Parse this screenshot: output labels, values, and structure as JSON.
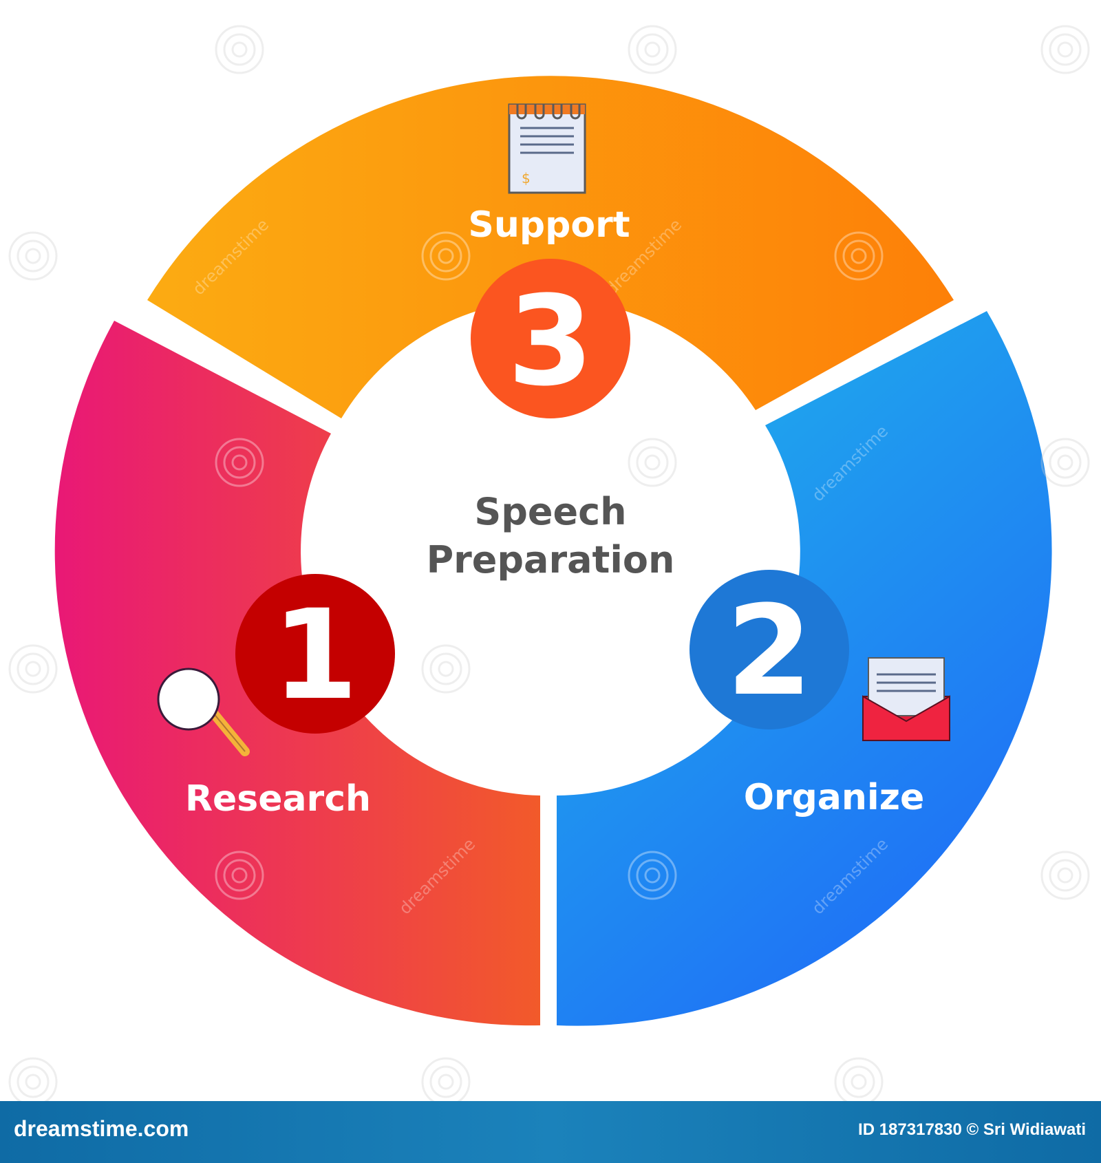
{
  "diagram": {
    "center_title_line1": "Speech",
    "center_title_line2": "Preparation",
    "segments": [
      {
        "step": "1",
        "label": "Research",
        "icon": "magnifier-icon",
        "colors": [
          "#e91e72",
          "#f05a2b"
        ],
        "badge_color": "#c40000"
      },
      {
        "step": "2",
        "label": "Organize",
        "icon": "envelope-icon",
        "colors": [
          "#1fb5ea",
          "#1f72f5"
        ],
        "badge_color": "#1e78d6"
      },
      {
        "step": "3",
        "label": "Support",
        "icon": "notepad-icon",
        "colors": [
          "#fca912",
          "#fd8308"
        ],
        "badge_color": "#fb5520"
      }
    ]
  },
  "watermark": {
    "text": "dreamstime"
  },
  "footer": {
    "logo_text": "dreamstime.com",
    "credit_text": "ID 187317830 © Sri Widiawati"
  }
}
